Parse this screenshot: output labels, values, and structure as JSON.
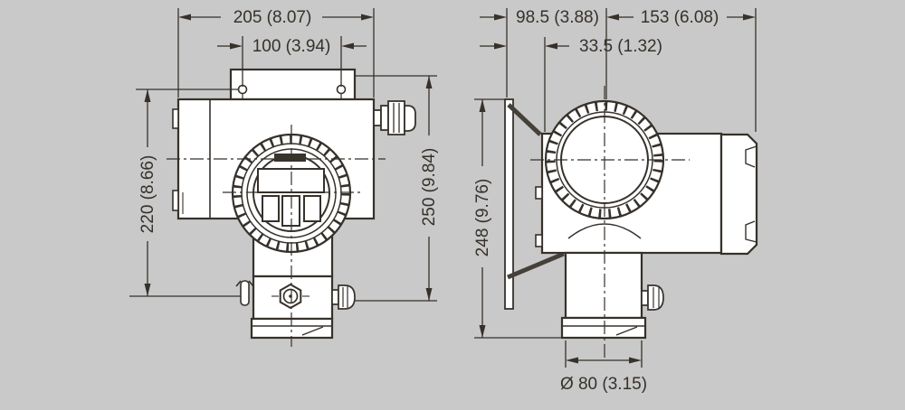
{
  "drawing": {
    "type": "technical-dimension-drawing",
    "subject": "transmitter-housing-two-views",
    "background_color": "#c9c9c9",
    "ink_color": "#36312b",
    "fill_color": "#ffffff",
    "display_bar_color": "#3a332b"
  },
  "views": {
    "front": {
      "name": "front view"
    },
    "side": {
      "name": "side view"
    }
  },
  "dimensions": {
    "front_width": {
      "mm": "205",
      "inch": "8.07",
      "label": "205 (8.07)"
    },
    "hole_spacing": {
      "mm": "100",
      "inch": "3.94",
      "label": "100 (3.94)"
    },
    "body_height": {
      "mm": "220",
      "inch": "8.66",
      "label": "220 (8.66)"
    },
    "total_height": {
      "mm": "250",
      "inch": "9.84",
      "label": "250 (9.84)"
    },
    "bracket_to_center": {
      "mm": "98.5",
      "inch": "3.88",
      "label": "98.5 (3.88)"
    },
    "center_to_end": {
      "mm": "153",
      "inch": "6.08",
      "label": "153 (6.08)"
    },
    "bracket_to_body": {
      "mm": "33.5",
      "inch": "1.32",
      "label": "33.5 (1.32)"
    },
    "side_height": {
      "mm": "248",
      "inch": "9.76",
      "label": "248 (9.76)"
    },
    "base_diameter": {
      "mm": "Ø 80",
      "inch": "3.15",
      "label": "Ø 80 (3.15)"
    }
  }
}
